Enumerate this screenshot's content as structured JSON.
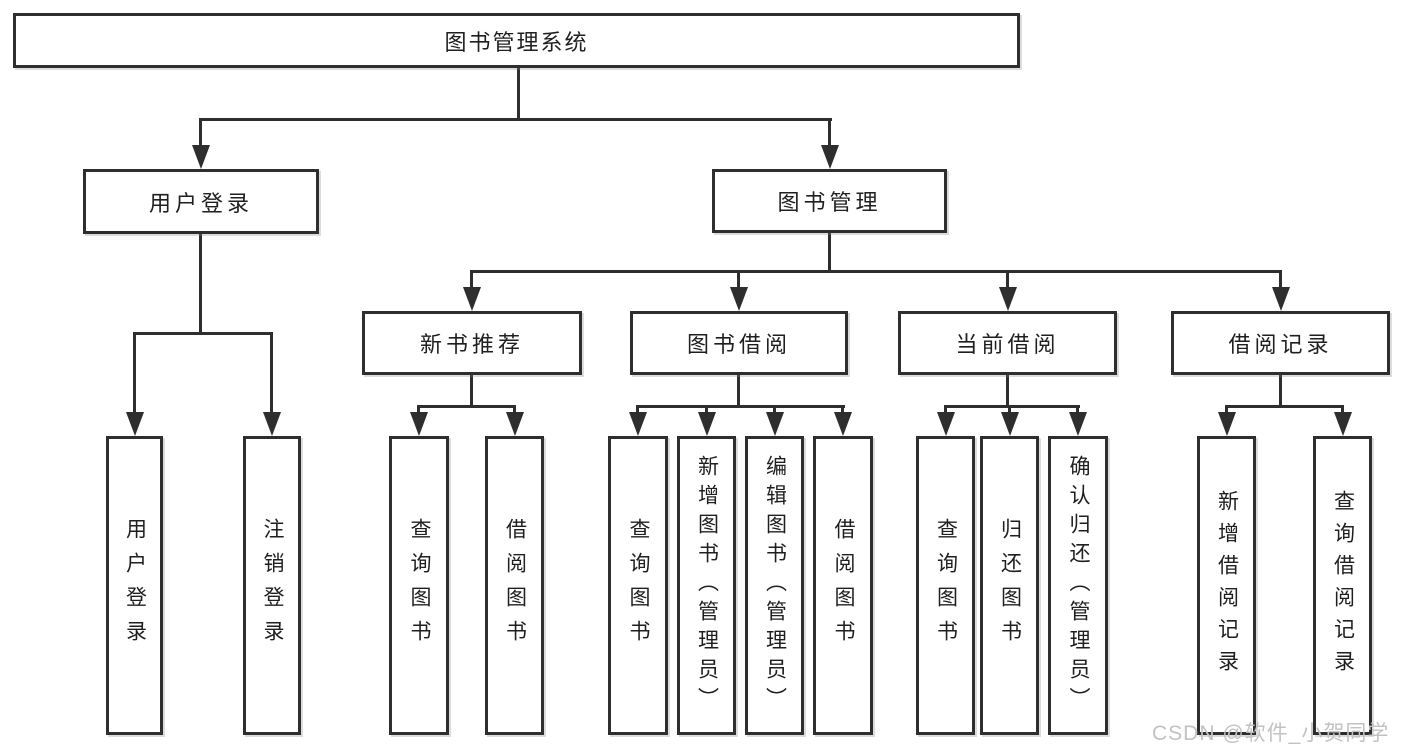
{
  "diagram": {
    "title": "图书管理系统",
    "branches": {
      "userLogin": {
        "label": "用户登录",
        "children": [
          "用户登录",
          "注销登录"
        ]
      },
      "bookManagement": {
        "label": "图书管理",
        "sections": [
          {
            "label": "新书推荐",
            "children": [
              "查询图书",
              "借阅图书"
            ]
          },
          {
            "label": "图书借阅",
            "children": [
              "查询图书",
              "新增图书（管理员）",
              "编辑图书（管理员）",
              "借阅图书"
            ]
          },
          {
            "label": "当前借阅",
            "children": [
              "查询图书",
              "归还图书",
              "确认归还（管理员）"
            ]
          },
          {
            "label": "借阅记录",
            "children": [
              "新增借阅记录",
              "查询借阅记录"
            ]
          }
        ]
      }
    },
    "watermark": "CSDN @软件_小贺同学",
    "colors": {
      "line": "#2e2e2e",
      "text": "#1f1f1f",
      "watermark": "#c2c2c2",
      "background": "#ffffff"
    }
  }
}
